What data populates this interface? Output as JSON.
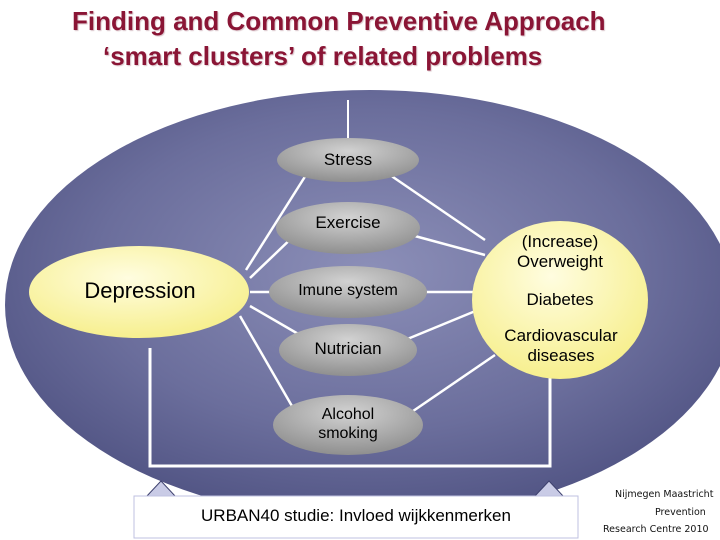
{
  "title": {
    "line1": "Finding and Common Preventive Approach",
    "line2": "‘smart clusters’ of related problems"
  },
  "nodes": {
    "stress": "Stress",
    "exercise": "Exercise",
    "imune_system": "Imune system",
    "nutrician": "Nutrician",
    "alcohol_line1": "Alcohol",
    "alcohol_line2": "smoking",
    "depression": "Depression",
    "overweight_line1": "(Increase)",
    "overweight_line2": "Overweight",
    "diabetes": "Diabetes",
    "cardio_line1": "Cardiovascular",
    "cardio_line2": "diseases"
  },
  "footer": {
    "study": "URBAN40 studie:  Invloed wijkkenmerken"
  },
  "credit": {
    "line1": "Nijmegen Maastricht",
    "line2": "Prevention",
    "line3": "Research Centre  2010"
  },
  "colors": {
    "title": "#8a1535",
    "big_ellipse": "#5c5f8e",
    "gray_node": "#9a9a9a",
    "yellow_node": "#fbf7a0"
  }
}
